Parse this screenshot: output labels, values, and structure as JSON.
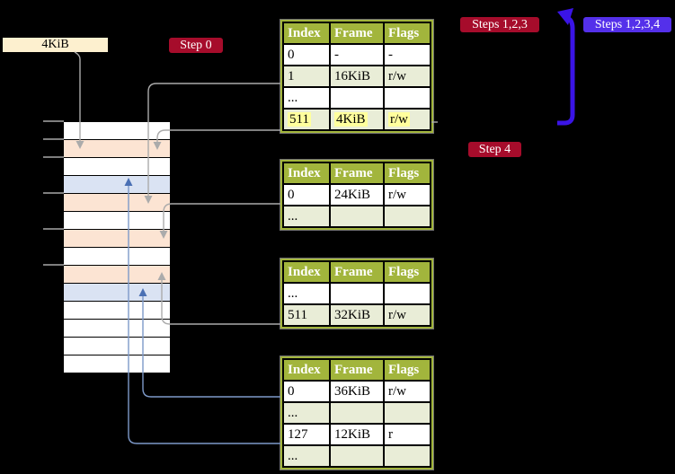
{
  "colors": {
    "header_green": "#a2b53c",
    "row_green": "#e9edd7",
    "highlight_yellow": "#ffff9d",
    "memory_peach": "#fce4d3",
    "memory_light_blue": "#dae3f3",
    "badge_red": "#a60c2b",
    "badge_blue": "#5430ea",
    "big_arrow_blue": "#3a14e6",
    "line_gray": "#ababab",
    "line_blue": "#7d99c9",
    "line_blue_head": "#4a70b4",
    "label_cream": "#fdf0cf"
  },
  "labels": {
    "frame_size": "4KiB",
    "step0": "Step 0",
    "steps123": "Steps 1,2,3",
    "steps1234": "Steps 1,2,3,4",
    "step4": "Step 4"
  },
  "memory": {
    "row_colors": [
      "white",
      "peach",
      "white",
      "blue",
      "peach",
      "white",
      "peach",
      "white",
      "peach",
      "blue",
      "white",
      "white",
      "white",
      "white"
    ],
    "tick_rows": [
      0,
      1,
      2,
      4,
      6,
      8
    ]
  },
  "tables": [
    {
      "headers": [
        "Index",
        "Frame",
        "Flags"
      ],
      "rows": [
        {
          "cells": [
            "0",
            "-",
            "-"
          ],
          "highlight": false
        },
        {
          "cells": [
            "1",
            "16KiB",
            "r/w"
          ],
          "highlight": false
        },
        {
          "cells": [
            "...",
            "",
            ""
          ],
          "highlight": false
        },
        {
          "cells": [
            "511",
            "4KiB",
            "r/w"
          ],
          "highlight": true
        }
      ]
    },
    {
      "headers": [
        "Index",
        "Frame",
        "Flags"
      ],
      "rows": [
        {
          "cells": [
            "0",
            "24KiB",
            "r/w"
          ],
          "highlight": false
        },
        {
          "cells": [
            "...",
            "",
            ""
          ],
          "highlight": false
        }
      ]
    },
    {
      "headers": [
        "Index",
        "Frame",
        "Flags"
      ],
      "rows": [
        {
          "cells": [
            "...",
            "",
            ""
          ],
          "highlight": false
        },
        {
          "cells": [
            "511",
            "32KiB",
            "r/w"
          ],
          "highlight": false
        }
      ]
    },
    {
      "headers": [
        "Index",
        "Frame",
        "Flags"
      ],
      "rows": [
        {
          "cells": [
            "0",
            "36KiB",
            "r/w"
          ],
          "highlight": false
        },
        {
          "cells": [
            "...",
            "",
            ""
          ],
          "highlight": false
        },
        {
          "cells": [
            "127",
            "12KiB",
            "r"
          ],
          "highlight": false
        },
        {
          "cells": [
            "...",
            "",
            ""
          ],
          "highlight": false
        }
      ]
    }
  ]
}
